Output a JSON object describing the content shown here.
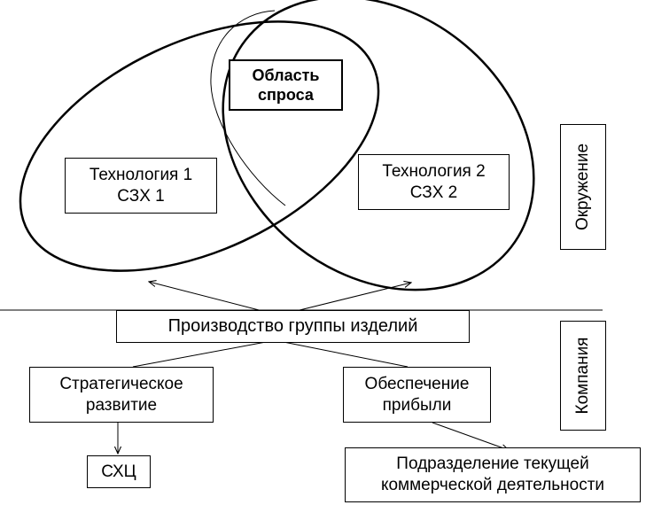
{
  "demand_area": {
    "line1": "Область",
    "line2": "спроса"
  },
  "tech1": {
    "line1": "Технология 1",
    "line2": "СЗХ 1"
  },
  "tech2": {
    "line1": "Технология 2",
    "line2": "СЗХ 2"
  },
  "environment_label": "Окружение",
  "company_label": "Компания",
  "production": "Производство группы изделий",
  "strategic": {
    "line1": "Стратегическое",
    "line2": "развитие"
  },
  "profit": {
    "line1": "Обеспечение",
    "line2": "прибыли"
  },
  "shc": "СХЦ",
  "commercial": {
    "line1": "Подразделение текущей",
    "line2": "коммерческой деятельности"
  }
}
